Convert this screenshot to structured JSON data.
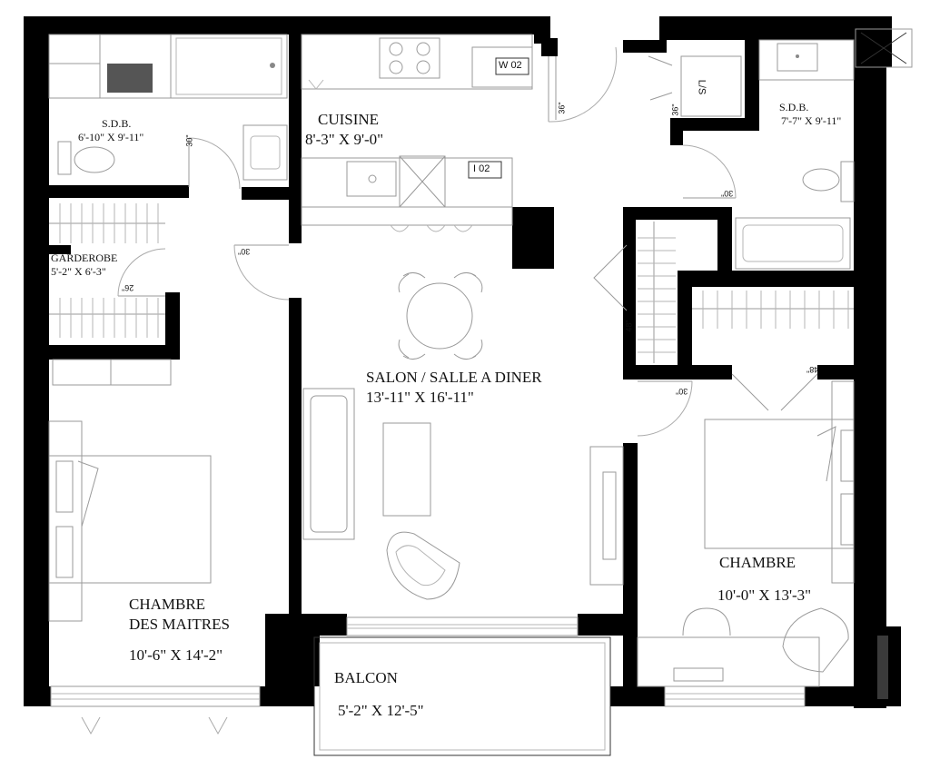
{
  "rooms": {
    "sdb1": {
      "name": "S.D.B.",
      "dims": "6'-10\" X 9'-11\""
    },
    "cuisine": {
      "name": "CUISINE",
      "dims": "8'-3\" X 9'-0\""
    },
    "sdb2": {
      "name": "S.D.B.",
      "dims": "7'-7\" X 9'-11\""
    },
    "garderobe": {
      "name": "GARDEROBE",
      "dims": "5'-2\" X 6'-3\""
    },
    "salon": {
      "name": "SALON / SALLE A DINER",
      "dims": "13'-11\" X 16'-11\""
    },
    "chambre": {
      "name": "CHAMBRE",
      "dims": "10'-0\" X 13'-3\""
    },
    "maitres": {
      "name_line1": "CHAMBRE",
      "name_line2": "DES MAITRES",
      "dims": "10'-6\" X 14'-2\""
    },
    "balcon": {
      "name": "BALCON",
      "dims": "5'-2\" X 12'-5\""
    }
  },
  "fixtures": {
    "w02": "W 02",
    "i02": "I 02",
    "ls": "L/S"
  },
  "door_sizes": {
    "d30_a": "30\"",
    "d30_b": "30\"",
    "d30_c": "30\"",
    "d30_d": "30\"",
    "d36_a": "36\"",
    "d36_b": "36\"",
    "d26": "26\"",
    "d48_a": "48\"",
    "d48_b": "48\""
  }
}
